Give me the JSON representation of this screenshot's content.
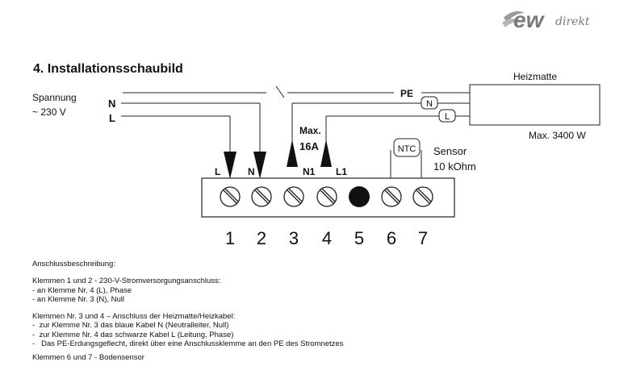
{
  "brand": {
    "logo_text": "ew",
    "logo_suffix": "direkt"
  },
  "heading": "4. Installationsschaubild",
  "supply": {
    "label_line1": "Spannung",
    "label_line2": "~ 230 V",
    "n_label": "N",
    "l_label": "L"
  },
  "mat": {
    "title": "Heizmatte",
    "max_power": "Max. 3400 W",
    "pe_label": "PE",
    "n_tag": "N",
    "l_tag": "L"
  },
  "max_current_line1": "Max.",
  "max_current_line2": "16A",
  "sensor": {
    "ntc_label": "NTC",
    "label_line1": "Sensor",
    "label_line2": "10 kOhm"
  },
  "terminal_labels": {
    "t1": "L",
    "t2": "N",
    "t3": "N1",
    "t4": "L1"
  },
  "terminal_numbers": [
    "1",
    "2",
    "3",
    "4",
    "5",
    "6",
    "7"
  ],
  "description": {
    "title": "Anschlussbeschreibung:",
    "block1_line1": "Klemmen 1 und 2 - 230-V-Stromversorgungsanschluss:",
    "block1_line2": "- an Klemme Nr. 4 (L), Phase",
    "block1_line3": "- an Klemme Nr. 3 (N), Null",
    "block2_line1": "Klemmen Nr. 3 und 4 – Anschluss der Heizmatte/Heizkabel:",
    "block2_line2": "-  zur Klemme Nr. 3 das blaue Kabel N (Neutralleiter, Null)",
    "block2_line3": "-  zur Klemme Nr. 4 das schwarze Kabel L (Leitung, Phase)",
    "block2_line4": "-   Das PE-Erdungsgeflecht, direkt über eine Anschlussklemme an den PE des Stromnetzes",
    "block3_line1": "Klemmen 6 und 7 - Bodensensor"
  },
  "colors": {
    "ink": "#111111",
    "logo_gray": "#7a7a7a"
  }
}
